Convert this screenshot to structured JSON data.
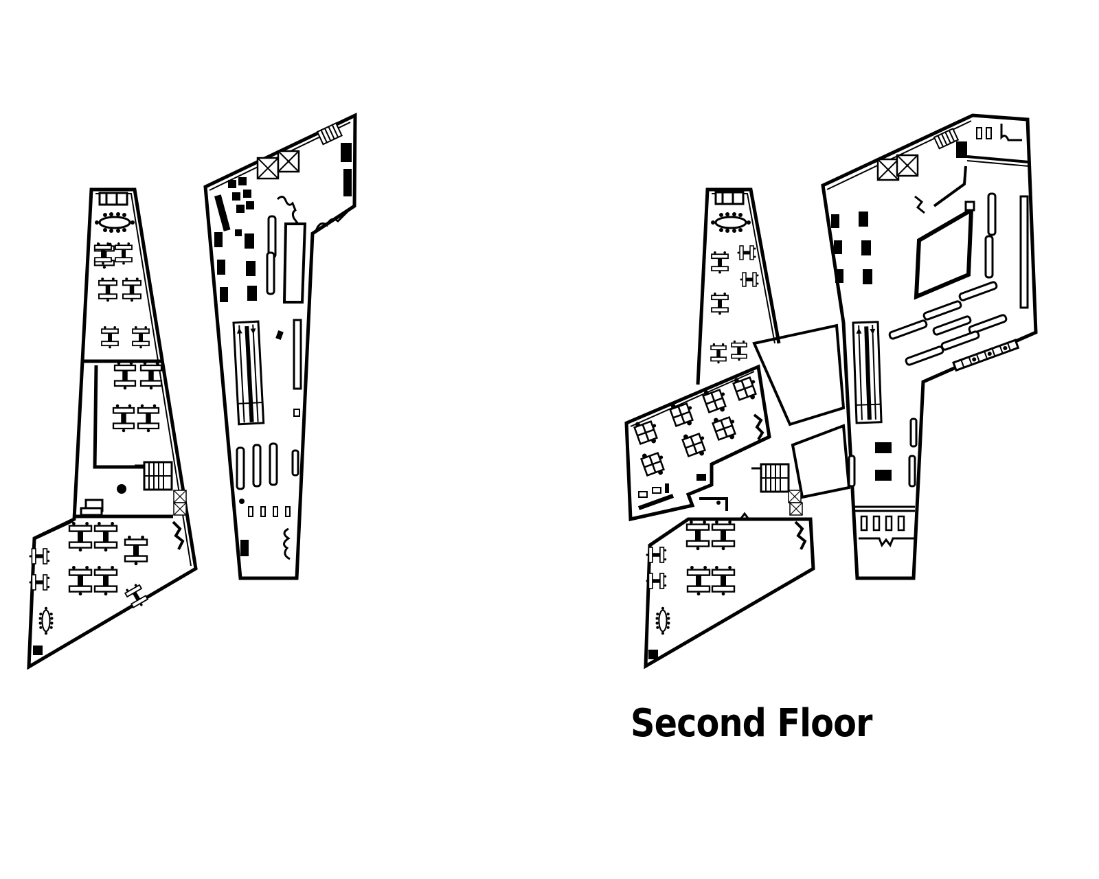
{
  "drawing": {
    "type": "architectural floor plan",
    "background": "#ffffff",
    "line_color": "#000000",
    "plans": [
      {
        "id": "left-plan",
        "label": "",
        "wings": [
          "west office wing",
          "east lobby wing"
        ],
        "features": [
          "workstation clusters",
          "conference tables",
          "stairs",
          "elevators",
          "escalator",
          "restrooms",
          "entrance doors"
        ]
      },
      {
        "id": "right-plan",
        "label": "Second Floor",
        "wings": [
          "west office wing",
          "bridge office wing",
          "east atrium wing"
        ],
        "features": [
          "workstation clusters",
          "conference tables",
          "atrium void",
          "escalator",
          "stairs",
          "elevators",
          "bench seating",
          "restrooms"
        ]
      }
    ]
  },
  "labels": {
    "floor_title": "Second Floor"
  }
}
